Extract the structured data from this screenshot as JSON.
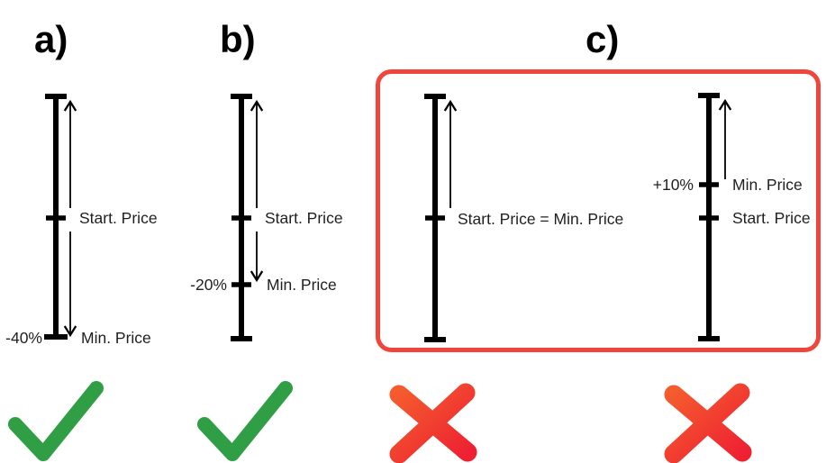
{
  "figure": {
    "panel_a_label": "a)",
    "panel_b_label": "b)",
    "panel_c_label": "c)"
  },
  "scale_a": {
    "start_price": "Start. Price",
    "percent": "-40%",
    "min_price": "Min. Price"
  },
  "scale_b": {
    "start_price": "Start. Price",
    "percent": "-20%",
    "min_price": "Min. Price"
  },
  "scale_c_left": {
    "start_price_eq_min": "Start. Price = Min. Price"
  },
  "scale_c_right": {
    "percent": "+10%",
    "min_price": "Min. Price",
    "start_price": "Start. Price"
  },
  "icons": {
    "verdict_a": "green-check-icon",
    "verdict_b": "green-check-icon",
    "verdict_c_left": "red-cross-icon",
    "verdict_c_right": "red-cross-icon"
  },
  "colors": {
    "check_green": "#2f9e44",
    "cross_red_top": "#f45b2e",
    "cross_red_bottom": "#ee2132",
    "highlight_box_red": "#f0453c",
    "diagram_black": "#000000"
  }
}
